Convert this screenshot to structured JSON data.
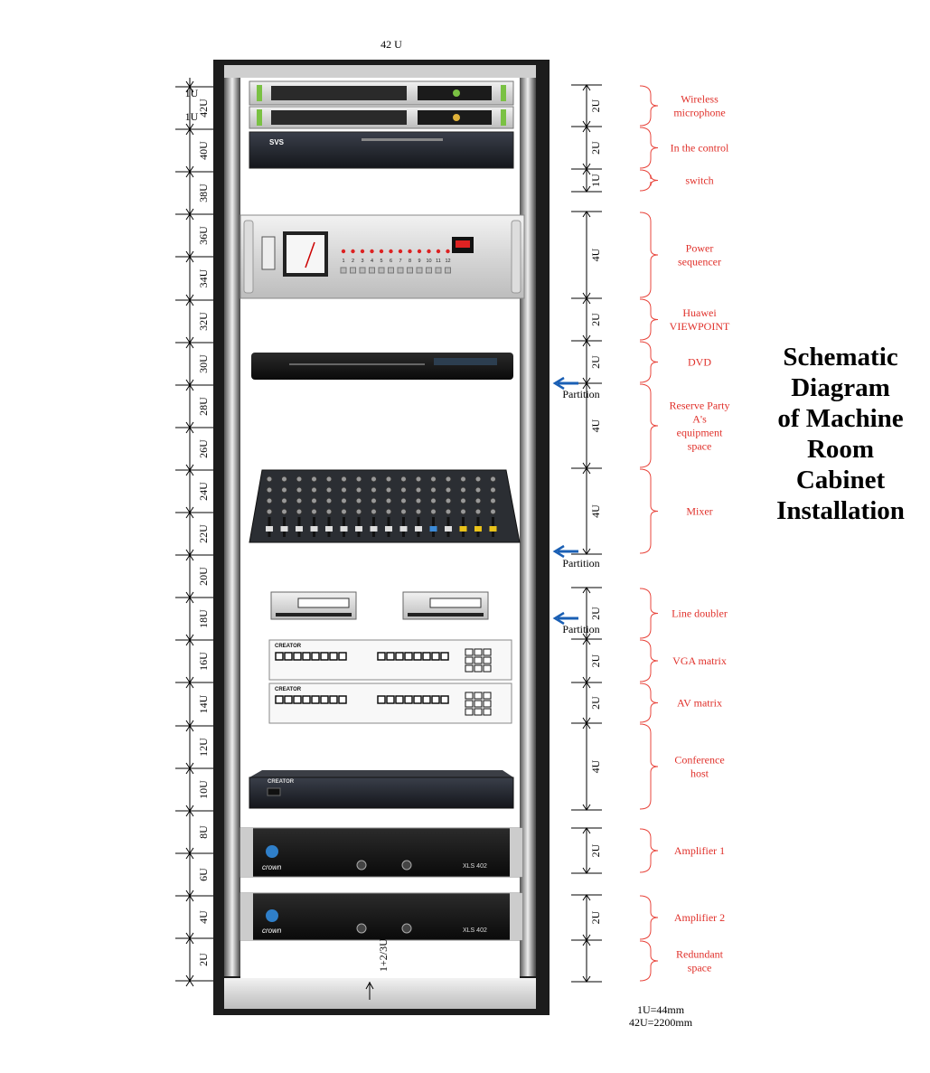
{
  "header_label": "42 U",
  "title": [
    "Schematic",
    "Diagram",
    "of Machine",
    "Room",
    "Cabinet",
    "Installation"
  ],
  "notes": [
    "1U=44mm",
    "42U=2200mm"
  ],
  "bottom_label": "1+2/3U",
  "left_scale": [
    "42U",
    "40U",
    "38U",
    "36U",
    "34U",
    "32U",
    "30U",
    "28U",
    "26U",
    "24U",
    "22U",
    "20U",
    "18U",
    "16U",
    "14U",
    "12U",
    "10U",
    "8U",
    "6U",
    "4U",
    "2U"
  ],
  "top_small_labels": [
    "1U",
    "1U"
  ],
  "right_segments": [
    {
      "size": "2U",
      "label": [
        "Wireless",
        "microphone"
      ]
    },
    {
      "size": "2U",
      "label": [
        "In the control"
      ]
    },
    {
      "size": "1U",
      "label": [
        "switch"
      ]
    },
    {
      "size": "4U",
      "label": [
        "Power",
        "sequencer"
      ]
    },
    {
      "size": "2U",
      "label": [
        "Huawei",
        "VIEWPOINT"
      ]
    },
    {
      "size": "2U",
      "label": [
        "DVD"
      ]
    },
    {
      "size": "4U",
      "label": [
        "Reserve Party",
        "A's",
        "equipment",
        "space"
      ]
    },
    {
      "size": "4U",
      "label": [
        "Mixer"
      ]
    },
    {
      "size": "2U",
      "label": [
        "Line doubler"
      ]
    },
    {
      "size": "2U",
      "label": [
        "VGA matrix"
      ]
    },
    {
      "size": "2U",
      "label": [
        "AV matrix"
      ]
    },
    {
      "size": "4U",
      "label": [
        "Conference",
        "host"
      ]
    },
    {
      "size": "2U",
      "label": [
        "Amplifier 1"
      ]
    },
    {
      "size": "2U",
      "label": [
        "Amplifier 2"
      ]
    },
    {
      "size": "",
      "label": [
        "Redundant",
        "space"
      ]
    }
  ],
  "partition_label": "Partition",
  "devices": {
    "svs_brand": "SVS",
    "creator_brand": "CREATOR",
    "crown_brand": "crown",
    "amp_model": "XLS 402",
    "sequencer_channels": [
      "1",
      "2",
      "3",
      "4",
      "5",
      "6",
      "7",
      "8",
      "9",
      "10",
      "11",
      "12"
    ]
  },
  "colors": {
    "label_red": "#e0302a",
    "brace_red": "#e8453c",
    "partition_arrow": "#1a5fb4",
    "frame_black": "#111111"
  }
}
